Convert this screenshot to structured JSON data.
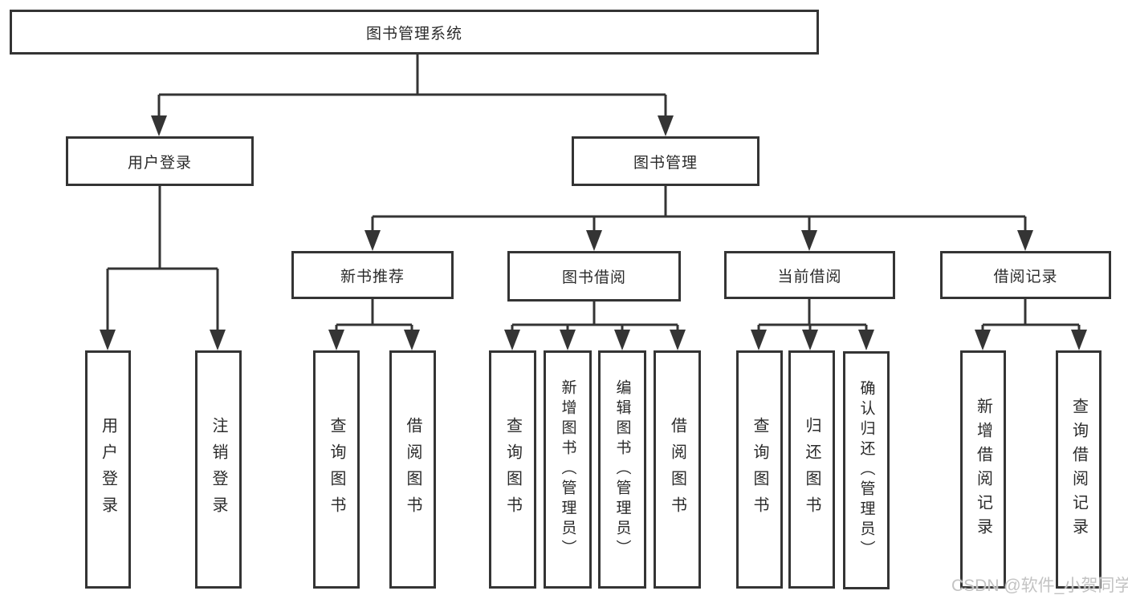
{
  "diagram": {
    "root": {
      "label": "图书管理系统"
    },
    "level2": [
      {
        "label": "用户登录"
      },
      {
        "label": "图书管理"
      }
    ],
    "level3": [
      {
        "label": "新书推荐"
      },
      {
        "label": "图书借阅"
      },
      {
        "label": "当前借阅"
      },
      {
        "label": "借阅记录"
      }
    ],
    "leaves": {
      "user": [
        {
          "label": "用户登录"
        },
        {
          "label": "注销登录"
        }
      ],
      "recommend": [
        {
          "label": "查询图书"
        },
        {
          "label": "借阅图书"
        }
      ],
      "borrow": [
        {
          "label": "查询图书"
        },
        {
          "label": "新增图书（管理员）"
        },
        {
          "label": "编辑图书（管理员）"
        },
        {
          "label": "借阅图书"
        }
      ],
      "current": [
        {
          "label": "查询图书"
        },
        {
          "label": "归还图书"
        },
        {
          "label": "确认归还（管理员）"
        }
      ],
      "records": [
        {
          "label": "新增借阅记录"
        },
        {
          "label": "查询借阅记录"
        }
      ]
    }
  },
  "watermark": {
    "text": "CSDN @软件_小贺同学"
  },
  "colors": {
    "line": "#343434",
    "text": "#2b2b2b",
    "box_background": "#ffffff",
    "watermark": "#c3c3c3",
    "background": "#ffffff"
  }
}
